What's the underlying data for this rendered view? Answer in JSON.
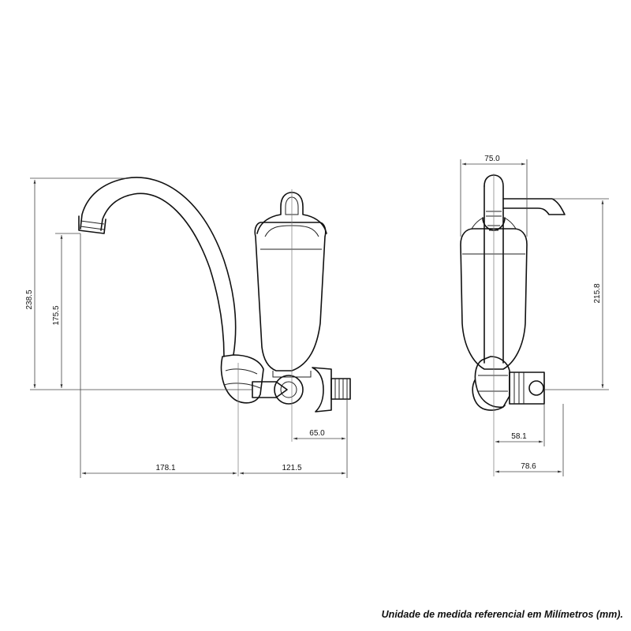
{
  "dimensions": {
    "left_height_total": "238.5",
    "left_height_spout": "175.5",
    "left_width_spout": "178.1",
    "left_width_body": "121.5",
    "left_width_inlet": "65.0",
    "right_width_top": "75.0",
    "right_height": "215.8",
    "right_width_inner": "58.1",
    "right_width_outer": "78.6"
  },
  "caption": "Unidade de medida referencial em Milímetros (mm)."
}
